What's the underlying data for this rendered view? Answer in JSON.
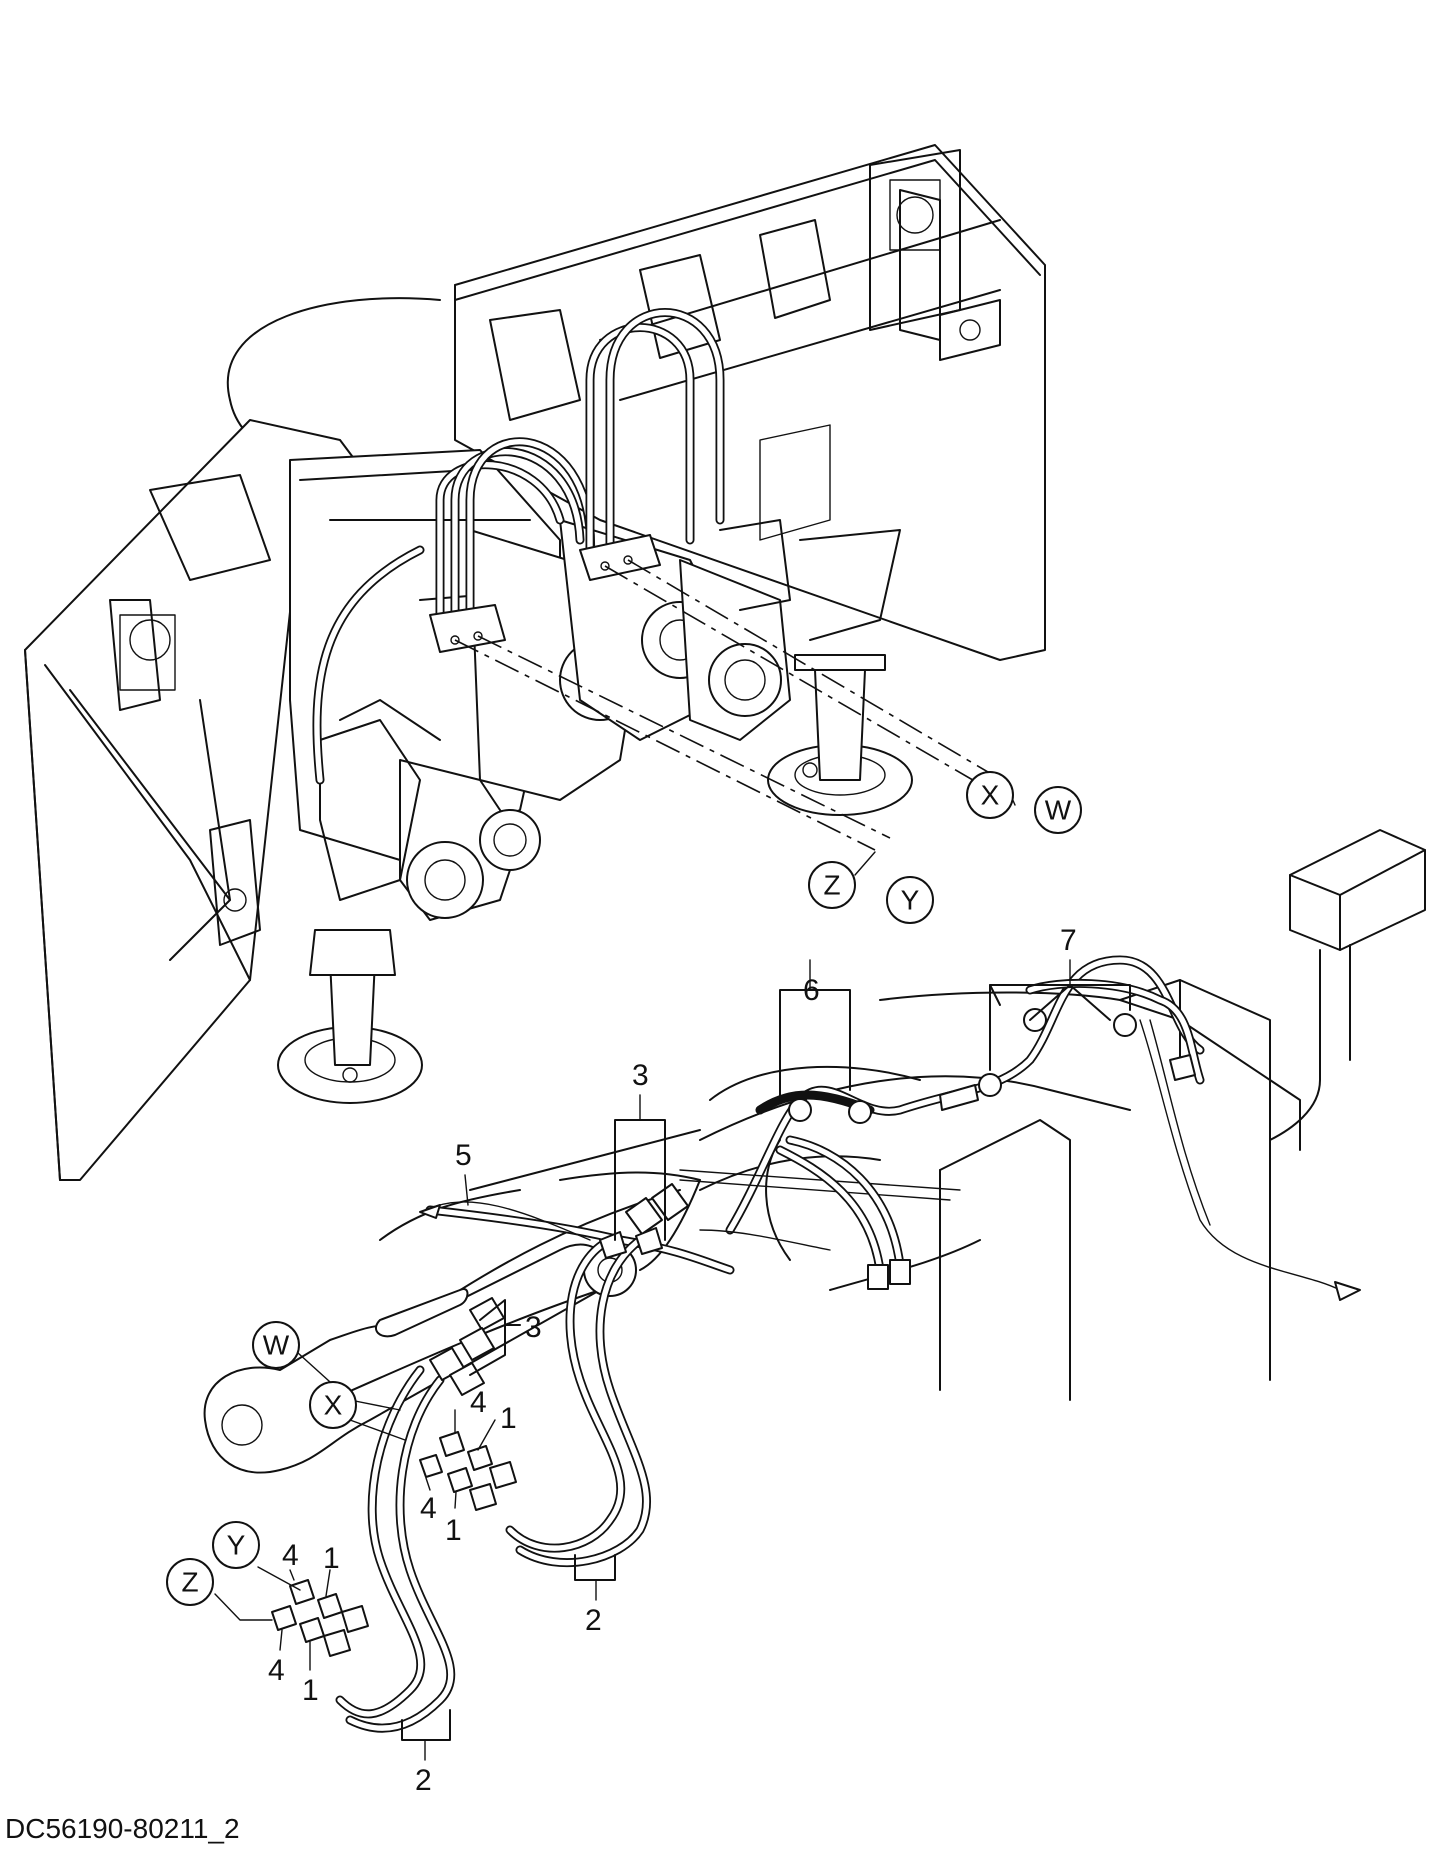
{
  "callouts": {
    "x_top": "X",
    "w_top": "W",
    "z_top": "Z",
    "y_top": "Y",
    "w_left": "W",
    "x_left": "X",
    "y_left": "Y",
    "z_left": "Z"
  },
  "part_numbers": {
    "n1_a": "1",
    "n1_b": "1",
    "n1_c": "1",
    "n1_d": "1",
    "n2_a": "2",
    "n2_b": "2",
    "n3_a": "3",
    "n3_b": "3",
    "n4_a": "4",
    "n4_b": "4",
    "n4_c": "4",
    "n4_d": "4",
    "n5": "5",
    "n6": "6",
    "n7": "7"
  },
  "drawing_code": "DC56190-80211_2"
}
